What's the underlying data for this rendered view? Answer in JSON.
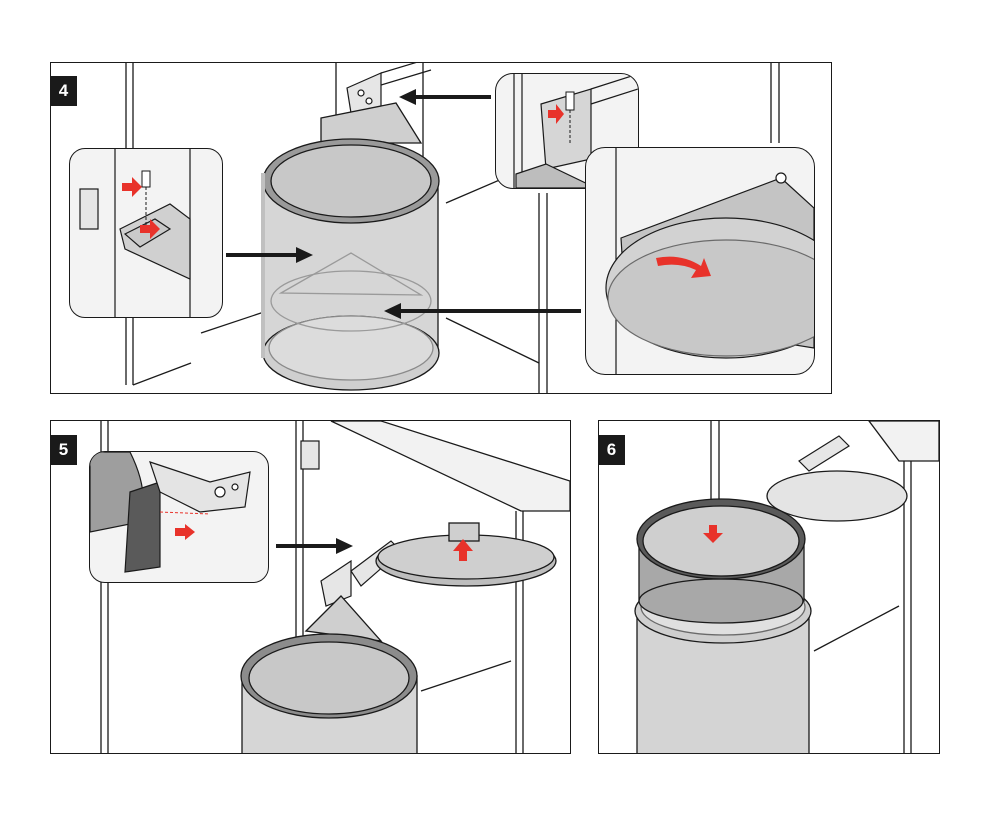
{
  "steps": [
    {
      "number": "4"
    },
    {
      "number": "5"
    },
    {
      "number": "6"
    }
  ],
  "colors": {
    "arrow_red": "#e8322a",
    "line": "#1a1a1a",
    "bin_gray": "#d4d4d4",
    "lid_gray": "#bcbcbc",
    "ring_dark": "#5a5a5a"
  },
  "icons": [
    "arrow-right-icon",
    "arrow-left-icon",
    "red-arrow-icon",
    "screw-icon",
    "hinge-bracket-icon"
  ]
}
